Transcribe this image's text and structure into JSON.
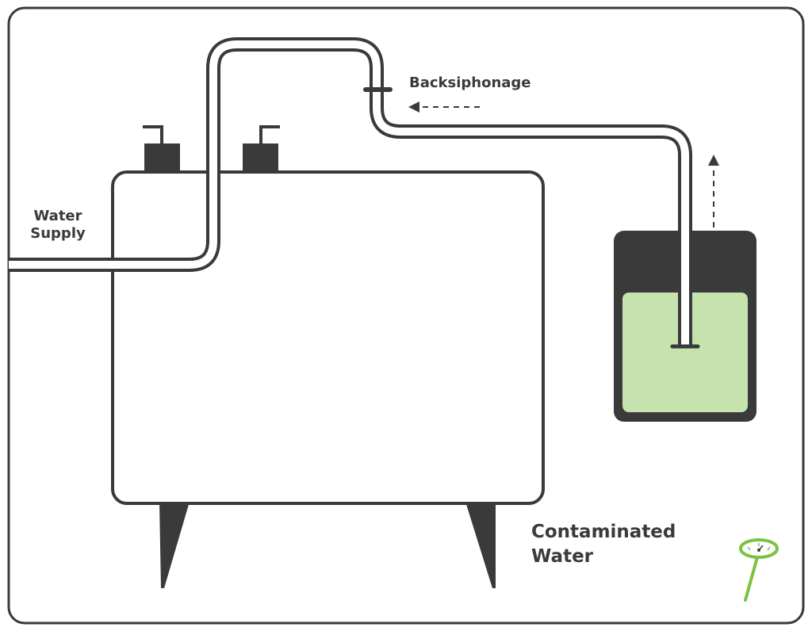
{
  "labels": {
    "water_supply": [
      "Water",
      "Supply"
    ],
    "backsiphonage": "Backsiphonage",
    "contaminated_water": [
      "Contaminated",
      "Water"
    ]
  },
  "colors": {
    "outline": "#3a3a3a",
    "dark_fill": "#3a3a3a",
    "contaminated_liquid": "#c6e2ae",
    "logo_green": "#7dc242",
    "frame": "#3a3a3a",
    "background": "#ffffff"
  },
  "icons": {
    "logo": "gauge-pin-logo",
    "flow_arrow": "dashed-arrow"
  }
}
